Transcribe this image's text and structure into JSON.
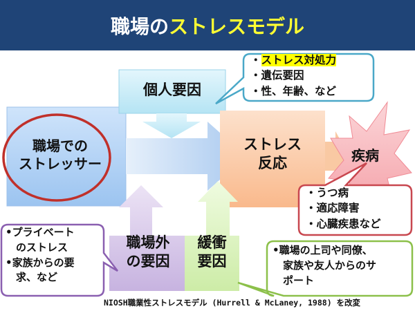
{
  "title": {
    "part1": "職場の",
    "part2": "ストレスモデル"
  },
  "stressor": {
    "line1": "職場での",
    "line2": "ストレッサー"
  },
  "individual": {
    "label": "個人要因",
    "items": [
      "・",
      "ストレス対処力",
      "・遺伝要因",
      "・性、年齢、など"
    ]
  },
  "reaction": {
    "line1": "ストレス",
    "line2": "反応"
  },
  "disease": {
    "label": "疾病",
    "items": [
      "・うつ病",
      "・適応障害",
      "・心臓疾患など"
    ]
  },
  "nonwork": {
    "line1": "職場外",
    "line2": "の要因",
    "items": [
      "•プライベート",
      "　のストレス",
      "•家族からの要",
      "　求、など"
    ]
  },
  "buffer": {
    "line1": "緩衝",
    "line2": "要因",
    "items": [
      "•職場の上司や同僚、",
      "　家族や友人からのサ",
      "　ポート"
    ]
  },
  "footer": "NIOSH職業性ストレスモデル (Hurrell & McLaney, 1988) を改変",
  "colors": {
    "header": "#1f4477",
    "accent": "#ffff33"
  }
}
